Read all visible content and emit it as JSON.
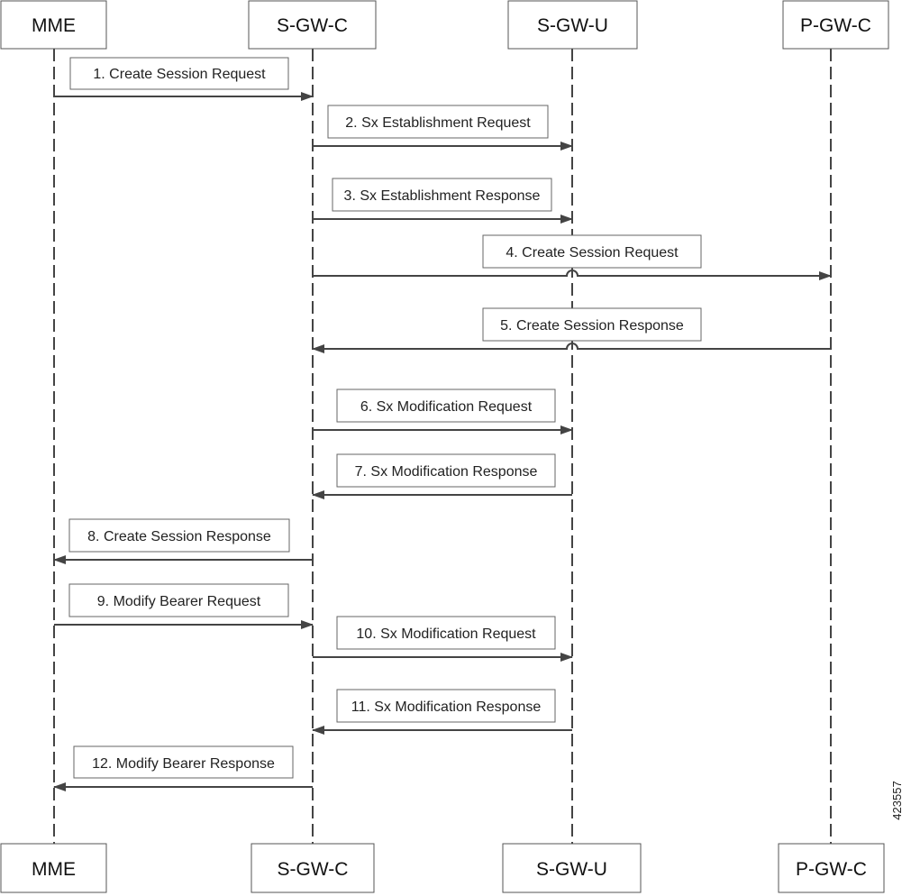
{
  "actors": [
    {
      "id": "mme",
      "label": "MME"
    },
    {
      "id": "sgwc",
      "label": "S-GW-C"
    },
    {
      "id": "sgwu",
      "label": "S-GW-U"
    },
    {
      "id": "pgwc",
      "label": "P-GW-C"
    }
  ],
  "messages": [
    {
      "label": "1. Create Session Request",
      "from": "mme",
      "to": "sgwc"
    },
    {
      "label": "2. Sx Establishment Request",
      "from": "sgwc",
      "to": "sgwu"
    },
    {
      "label": "3. Sx Establishment Response",
      "from": "sgwc",
      "to": "sgwu"
    },
    {
      "label": "4. Create Session Request",
      "from": "sgwc",
      "to": "pgwc"
    },
    {
      "label": "5. Create Session Response",
      "from": "pgwc",
      "to": "sgwc"
    },
    {
      "label": "6. Sx Modification Request",
      "from": "sgwc",
      "to": "sgwu"
    },
    {
      "label": "7. Sx Modification Response",
      "from": "sgwu",
      "to": "sgwc"
    },
    {
      "label": "8. Create Session Response",
      "from": "sgwc",
      "to": "mme"
    },
    {
      "label": "9. Modify Bearer Request",
      "from": "mme",
      "to": "sgwc"
    },
    {
      "label": "10. Sx Modification Request",
      "from": "sgwc",
      "to": "sgwu"
    },
    {
      "label": "11. Sx Modification Response",
      "from": "sgwu",
      "to": "sgwc"
    },
    {
      "label": "12. Modify Bearer Response",
      "from": "sgwc",
      "to": "mme"
    }
  ],
  "figure_number": "423557",
  "colors": {
    "line": "#444444",
    "box_border": "#666666",
    "background": "#ffffff"
  }
}
